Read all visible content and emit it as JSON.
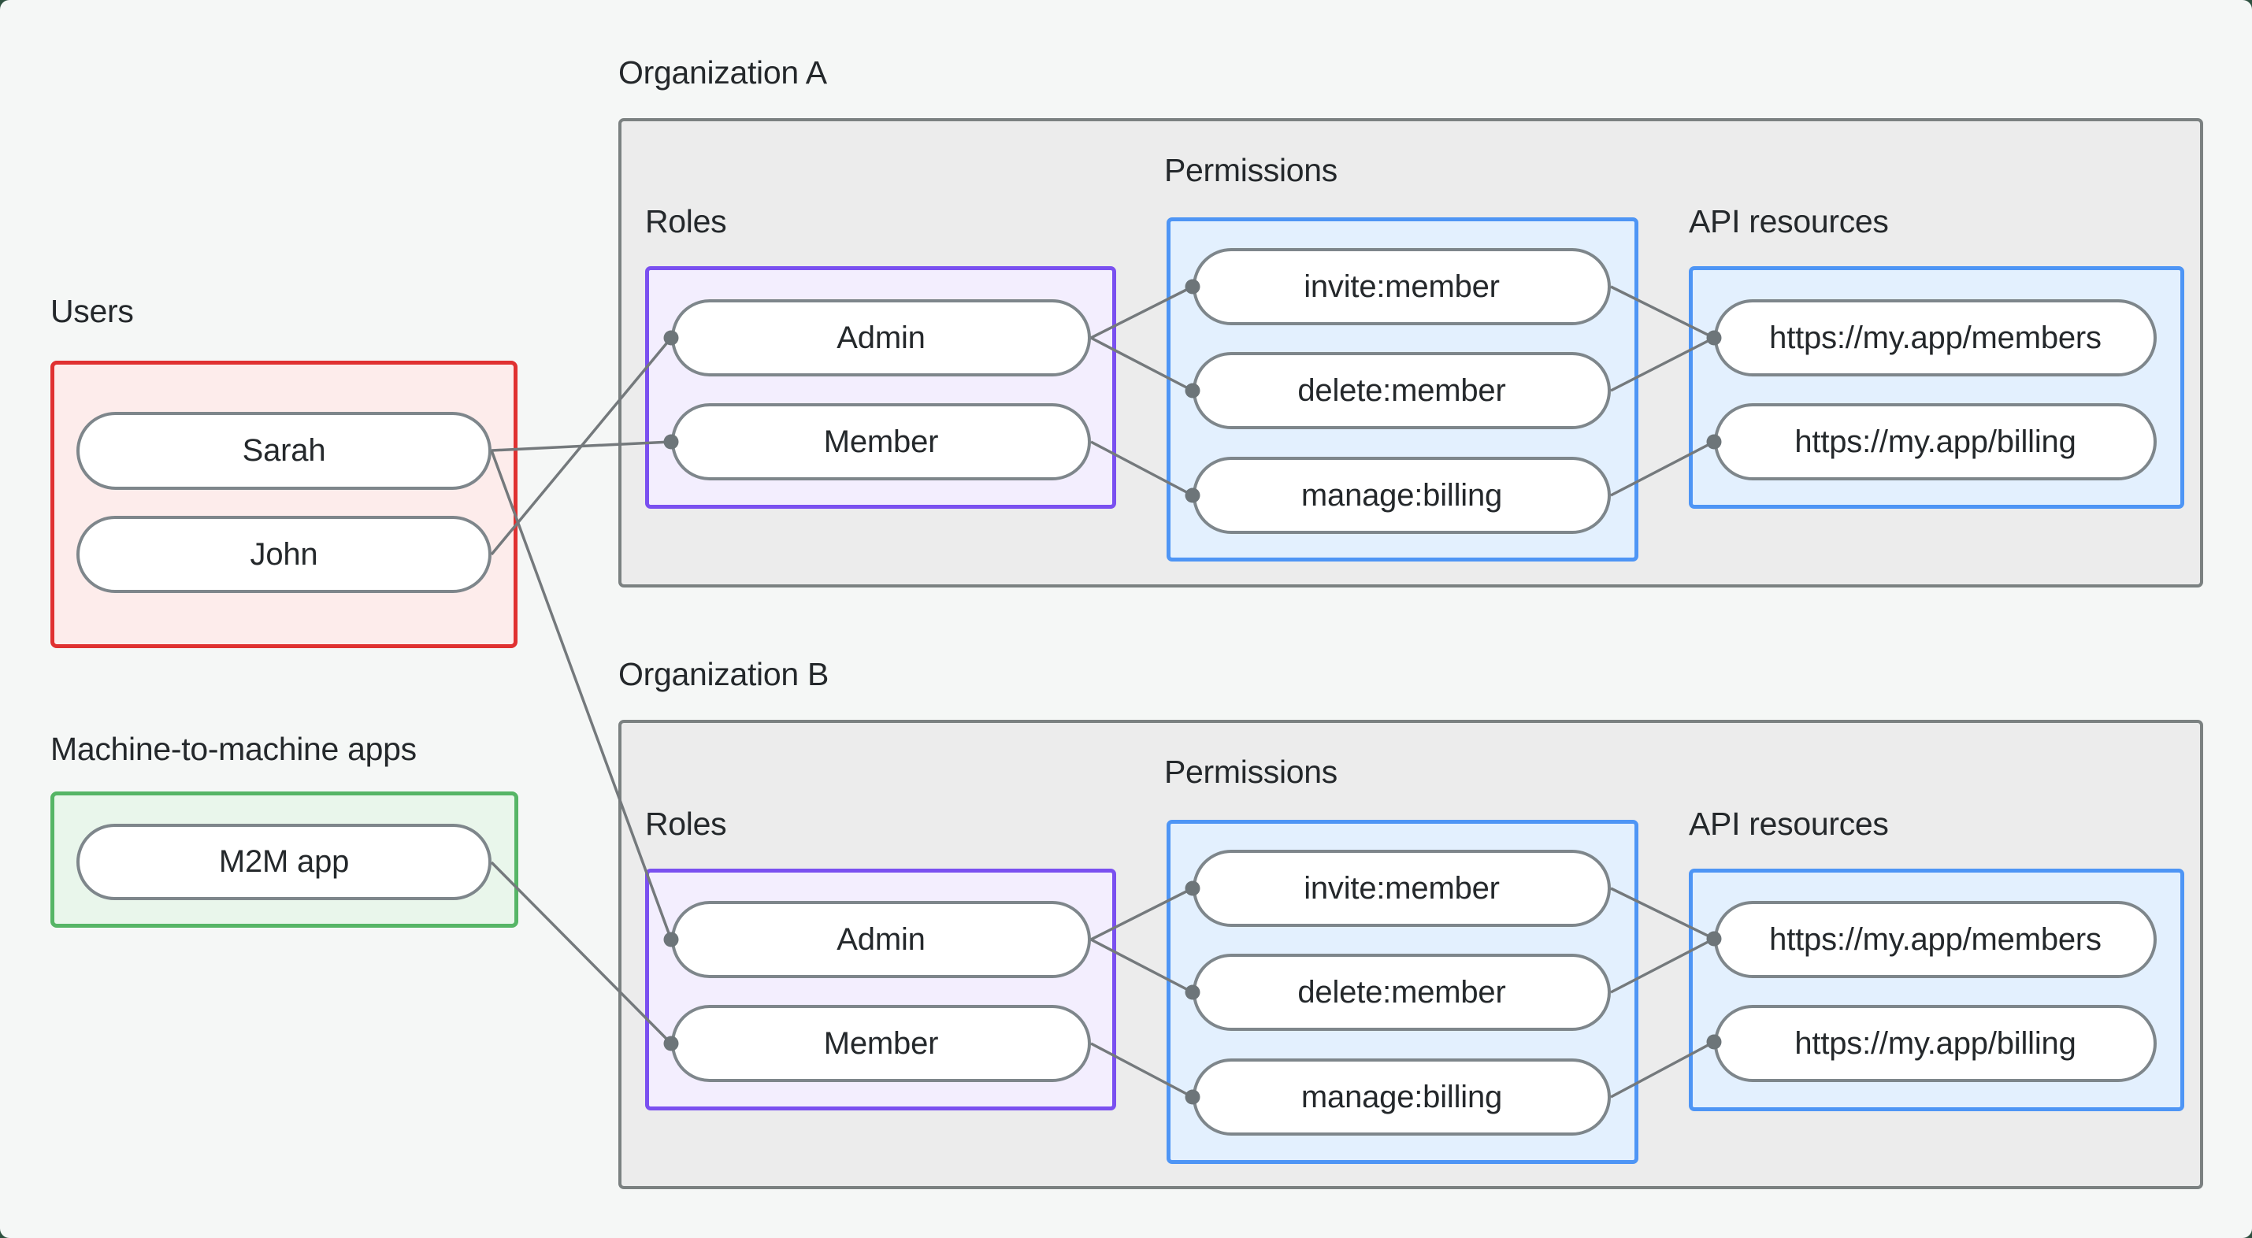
{
  "users_section": {
    "label": "Users",
    "items": [
      {
        "label": "Sarah"
      },
      {
        "label": "John"
      }
    ]
  },
  "m2m_section": {
    "label": "Machine-to-machine apps",
    "items": [
      {
        "label": "M2M app"
      }
    ]
  },
  "organizations": [
    {
      "title": "Organization A",
      "roles_label": "Roles",
      "roles": [
        {
          "label": "Admin"
        },
        {
          "label": "Member"
        }
      ],
      "permissions_label": "Permissions",
      "permissions": [
        {
          "label": "invite:member"
        },
        {
          "label": "delete:member"
        },
        {
          "label": "manage:billing"
        }
      ],
      "api_label": "API resources",
      "api_resources": [
        {
          "label": "https://my.app/members"
        },
        {
          "label": "https://my.app/billing"
        }
      ]
    },
    {
      "title": "Organization B",
      "roles_label": "Roles",
      "roles": [
        {
          "label": "Admin"
        },
        {
          "label": "Member"
        }
      ],
      "permissions_label": "Permissions",
      "permissions": [
        {
          "label": "invite:member"
        },
        {
          "label": "delete:member"
        },
        {
          "label": "manage:billing"
        }
      ],
      "api_label": "API resources",
      "api_resources": [
        {
          "label": "https://my.app/members"
        },
        {
          "label": "https://my.app/billing"
        }
      ]
    }
  ],
  "connections": [
    {
      "from": "sarah",
      "to": "org-a-member"
    },
    {
      "from": "john",
      "to": "org-a-admin"
    },
    {
      "from": "sarah",
      "to": "org-b-admin"
    },
    {
      "from": "m2m-app",
      "to": "org-b-member"
    },
    {
      "from": "org-a-admin",
      "to": "org-a-invite:member"
    },
    {
      "from": "org-a-admin",
      "to": "org-a-delete:member"
    },
    {
      "from": "org-a-member",
      "to": "org-a-manage:billing"
    },
    {
      "from": "org-a-invite:member",
      "to": "org-a-https://my.app/members"
    },
    {
      "from": "org-a-delete:member",
      "to": "org-a-https://my.app/members"
    },
    {
      "from": "org-a-manage:billing",
      "to": "org-a-https://my.app/billing"
    },
    {
      "from": "org-b-admin",
      "to": "org-b-invite:member"
    },
    {
      "from": "org-b-admin",
      "to": "org-b-delete:member"
    },
    {
      "from": "org-b-member",
      "to": "org-b-manage:billing"
    },
    {
      "from": "org-b-invite:member",
      "to": "org-b-https://my.app/members"
    },
    {
      "from": "org-b-delete:member",
      "to": "org-b-https://my.app/members"
    },
    {
      "from": "org-b-manage:billing",
      "to": "org-b-https://my.app/billing"
    }
  ],
  "colors": {
    "page_background": "#f5f7f6",
    "panel_background": "#ececec",
    "panel_border": "#7b8181",
    "users_border": "#e03131",
    "users_fill": "#fdeceb",
    "m2m_border": "#56b566",
    "m2m_fill": "#e9f6eb",
    "roles_border": "#7a50f0",
    "roles_fill": "#f3eefe",
    "blue_border": "#4e95f5",
    "blue_fill": "#e3f0fe",
    "connector": "#74797c",
    "text": "#24282b"
  }
}
